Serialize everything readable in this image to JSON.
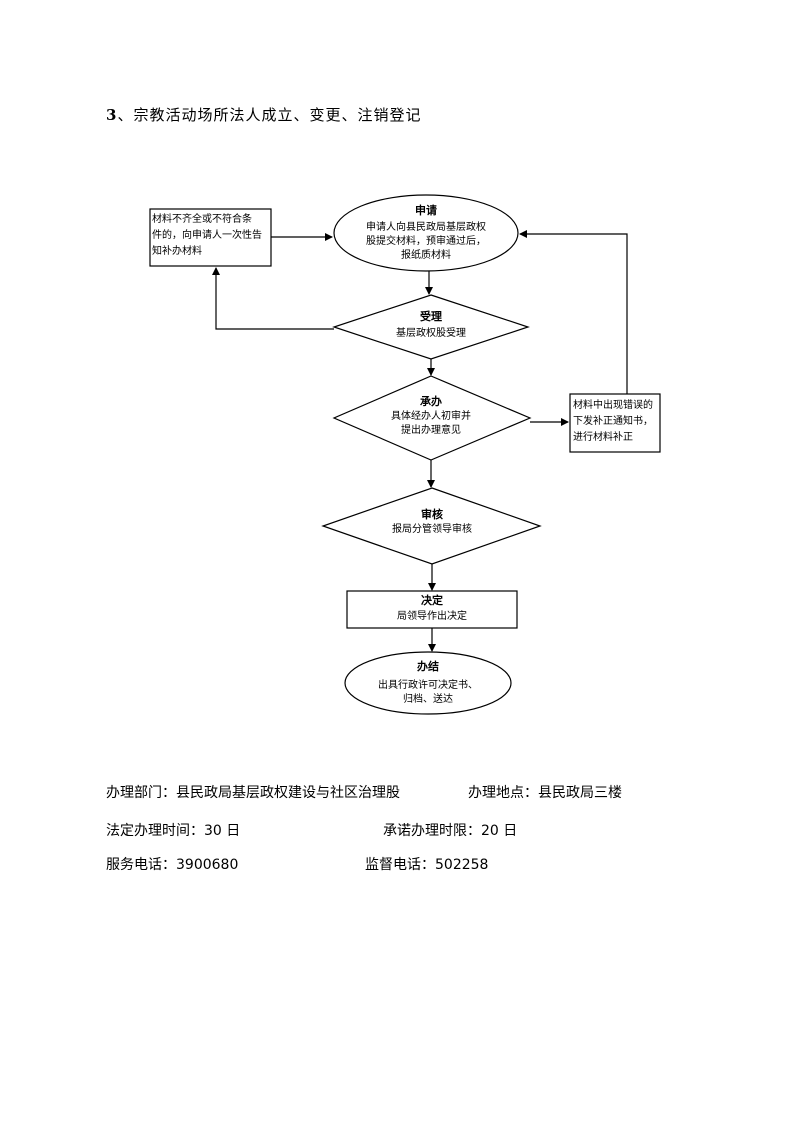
{
  "title": {
    "num": "3",
    "sep": "、",
    "text": "宗教活动场所法人成立、变更、注销登记"
  },
  "flow": {
    "apply": {
      "title": "申请",
      "lines": [
        "申请人向县民政局基层政权",
        "股提交材料，预审通过后，",
        "报纸质材料"
      ]
    },
    "incomplete": {
      "lines": [
        "材料不齐全或不符合条",
        "件的，向申请人一次性告",
        "知补办材料"
      ]
    },
    "accept": {
      "title": "受理",
      "lines": [
        "基层政权股受理"
      ]
    },
    "handle": {
      "title": "承办",
      "lines": [
        "具体经办人初审并",
        "提出办理意见"
      ]
    },
    "error": {
      "lines": [
        "材料中出现错误的",
        "下发补正通知书，",
        "进行材料补正"
      ]
    },
    "review": {
      "title": "审核",
      "lines": [
        "报局分管领导审核"
      ]
    },
    "decide": {
      "title": "决定",
      "lines": [
        "局领导作出决定"
      ]
    },
    "finish": {
      "title": "办结",
      "lines": [
        "出具行政许可决定书、",
        "归档、送达"
      ]
    }
  },
  "info": {
    "dept_label": "办理部门：",
    "dept_value": "县民政局基层政权建设与社区治理股",
    "place_label": "办理地点：",
    "place_value": "县民政局三楼",
    "legal_label": "法定办理时间：",
    "legal_value": "30 日",
    "promise_label": "承诺办理时限：",
    "promise_value": "20 日",
    "service_label": "服务电话：",
    "service_value": "3900680",
    "supervise_label": "监督电话：",
    "supervise_value": "502258"
  }
}
